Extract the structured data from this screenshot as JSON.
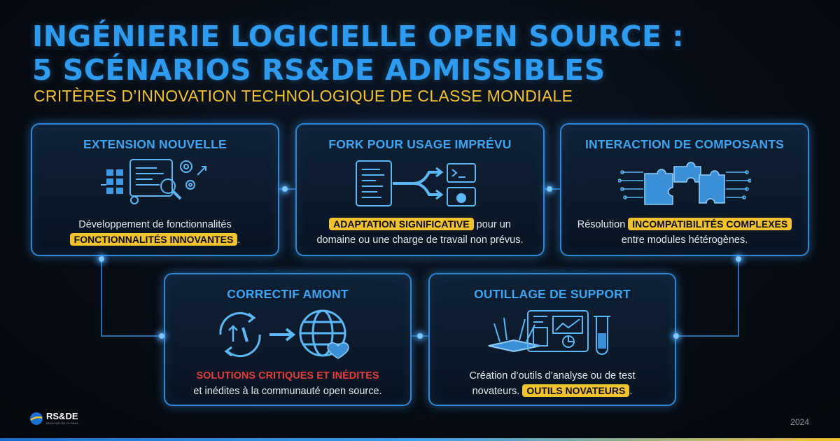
{
  "header": {
    "title_line1": "INGÉNIERIE LOGICIELLE OPEN SOURCE :",
    "title_line2": "5 SCÉNARIOS RS&DE ADMISSIBLES",
    "subtitle": "CRITÈRES D’INNOVATION TECHNOLOGIQUE DE CLASSE MONDIALE"
  },
  "cards": [
    {
      "title": "EXTENSION NOUVELLE",
      "icon": "extension-dashboard-icon",
      "desc_text": "Développement de fonctionnalités",
      "highlight": "FONCTIONNALITÉS INNOVANTES",
      "desc_after": "."
    },
    {
      "title": "FORK POUR USAGE IMPRÉVU",
      "icon": "fork-branch-icon",
      "highlight": "ADAPTATION SIGNIFICATIVE",
      "desc_text": "pour un",
      "desc_line2": "domaine ou une charge de travail non prévus."
    },
    {
      "title": "INTERACTION DE COMPOSANTS",
      "icon": "puzzle-circuit-icon",
      "desc_text": "Résolution",
      "highlight": "INCOMPATIBILITÉS COMPLEXES",
      "desc_line2": "entre modules hétérogènes."
    },
    {
      "title": "CORRECTIF AMONT",
      "icon": "upstream-globe-icon",
      "highlight_red": "SOLUTIONS CRITIQUES ET INÉDITES",
      "desc_line2": "et inédites à la communauté open source."
    },
    {
      "title": "OUTILLAGE DE SUPPORT",
      "icon": "toolkit-analytics-icon",
      "desc_text": "Création d’outils d’analyse ou de test",
      "desc_line2": "novateurs.",
      "highlight": "OUTILS NOVATEURS",
      "desc_after": "."
    }
  ],
  "footer": {
    "logo_text": "RS&DE",
    "logo_tagline": "INNOVATION GLOBAL",
    "year": "2024"
  },
  "colors": {
    "title": "#2e9bef",
    "subtitle": "#f3c232",
    "card_border": "#2f86d4",
    "highlight": "#f2c12e",
    "alert": "#e83b3b"
  }
}
